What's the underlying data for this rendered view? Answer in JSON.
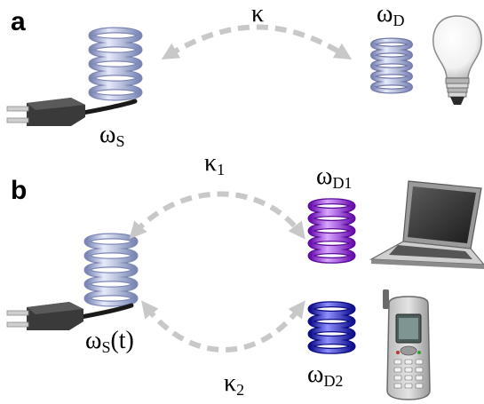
{
  "panel_a": {
    "letter": "a",
    "coupling": "κ",
    "source": {
      "symbol": "ω",
      "sub": "S"
    },
    "device": {
      "symbol": "ω",
      "sub": "D"
    }
  },
  "panel_b": {
    "letter": "b",
    "coupling1": {
      "symbol": "κ",
      "sub": "1"
    },
    "coupling2": {
      "symbol": "κ",
      "sub": "2"
    },
    "source": {
      "symbol": "ω",
      "sub": "S",
      "suffix": "(t)"
    },
    "device1": {
      "symbol": "ω",
      "sub": "D1"
    },
    "device2": {
      "symbol": "ω",
      "sub": "D2"
    }
  },
  "colors": {
    "source_coil": "#a8b4dc",
    "device_coil_a": "#b4bcd8",
    "device1_coil": "#9a2ad8",
    "device2_coil": "#2a2ad4",
    "arrow": "#c8c8c8"
  },
  "icons": [
    "power-plug-icon",
    "light-bulb-icon",
    "laptop-icon",
    "mobile-phone-icon"
  ]
}
